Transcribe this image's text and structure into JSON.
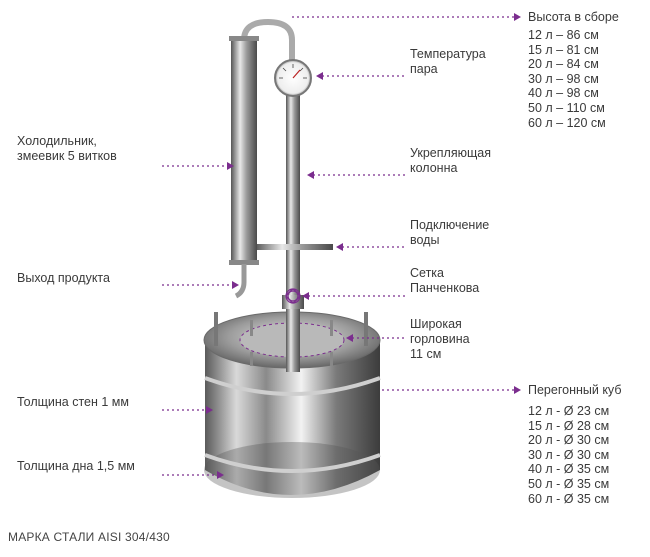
{
  "labels": {
    "height_title": "Высота в сборе",
    "thermo": [
      "Температура",
      "пара"
    ],
    "column": [
      "Укрепляющая",
      "колонна"
    ],
    "water": [
      "Подключение",
      "воды"
    ],
    "mesh": [
      "Сетка",
      "Панченкова"
    ],
    "neck": [
      "Широкая",
      "горловина",
      "11 см"
    ],
    "cooler": [
      "Холодильник,",
      "змеевик 5 витков"
    ],
    "output": "Выход продукта",
    "wall": "Толщина стен 1 мм",
    "bottom": "Толщина дна 1,5 мм",
    "cube_title": "Перегонный куб"
  },
  "heights": [
    "12 л – 86 см",
    "15 л – 81 см",
    "20 л – 84 см",
    "30 л – 98 см",
    "40 л – 98 см",
    "50 л – 110 см",
    "60 л – 120 см"
  ],
  "cube": [
    "12 л - Ø 23 см",
    "15 л - Ø 28 см",
    "20 л - Ø 30 см",
    "30 л - Ø 30 см",
    "40 л - Ø 35 см",
    "50 л - Ø 35 см",
    "60 л - Ø 35 см"
  ],
  "footer": "МАРКА СТАЛИ AISI 304/430",
  "colors": {
    "accent": "#7b2d8e",
    "text": "#3a3a3a"
  }
}
